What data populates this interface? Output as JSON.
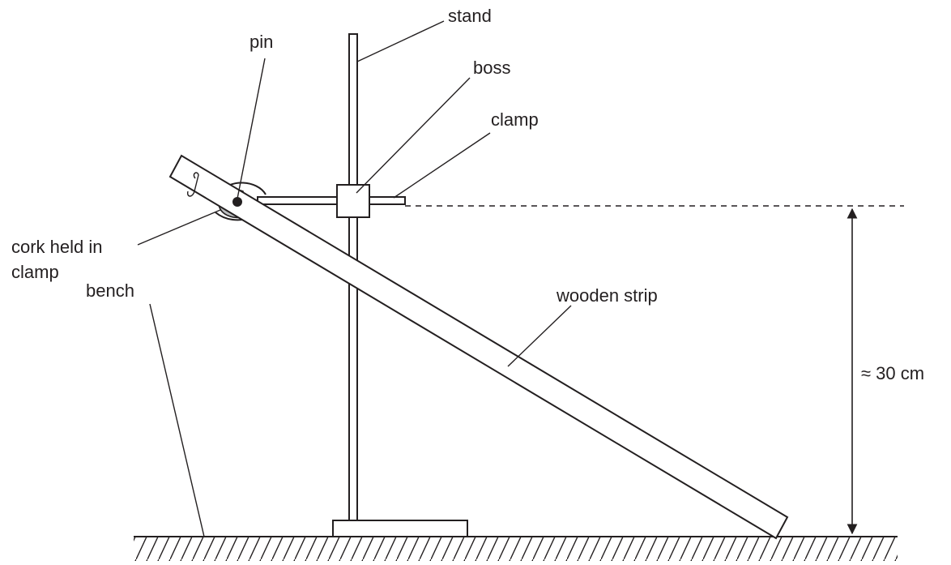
{
  "labels": {
    "stand": "stand",
    "pin": "pin",
    "boss": "boss",
    "clamp": "clamp",
    "cork_line1": "cork held in",
    "cork_line2": "clamp",
    "wooden_strip": "wooden strip",
    "height": "≈ 30 cm",
    "bench": "bench"
  },
  "colors": {
    "ink": "#231f20",
    "cork_fill": "#bcbec0",
    "background": "#ffffff"
  }
}
